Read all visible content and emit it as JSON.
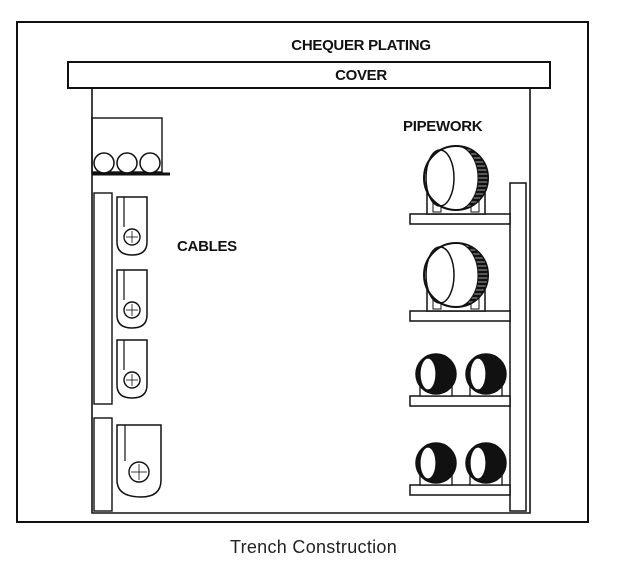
{
  "labels": {
    "chequer_plating": "CHEQUER PLATING",
    "cover": "COVER",
    "pipework": "PIPEWORK",
    "cables": "CABLES"
  },
  "caption": "Trench Construction",
  "colors": {
    "ink": "#111111",
    "background": "#ffffff"
  }
}
